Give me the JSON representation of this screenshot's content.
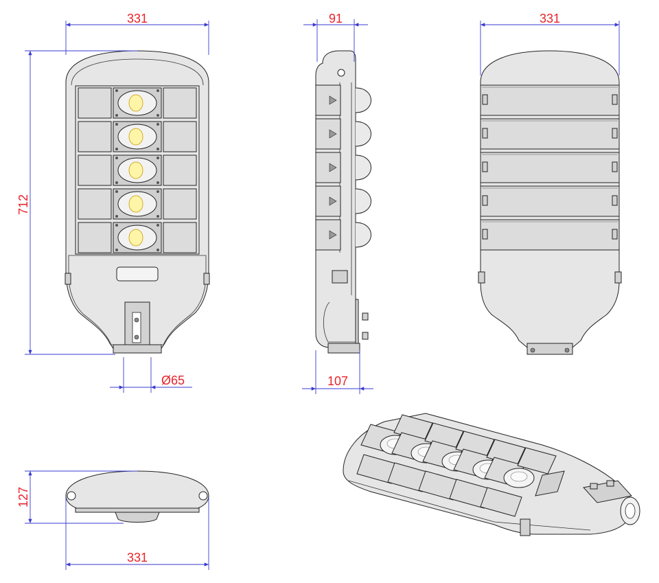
{
  "colors": {
    "dimension_text": "#e8232a",
    "dimension_line": "#3a3ad0",
    "outline": "#222222",
    "body_fill": "#e6e6e6"
  },
  "dimensions": {
    "front_width": "331",
    "front_height": "712",
    "pole_diameter": "Ø65",
    "side_top_depth": "91",
    "side_bottom_depth": "107",
    "back_width": "331",
    "bottom_height": "127",
    "bottom_width": "331"
  },
  "views": {
    "front": {
      "led_modules": 5
    },
    "side": {
      "heatsinks": 5
    },
    "back": {
      "panels": 5
    },
    "iso": {
      "led_modules": 5
    }
  }
}
